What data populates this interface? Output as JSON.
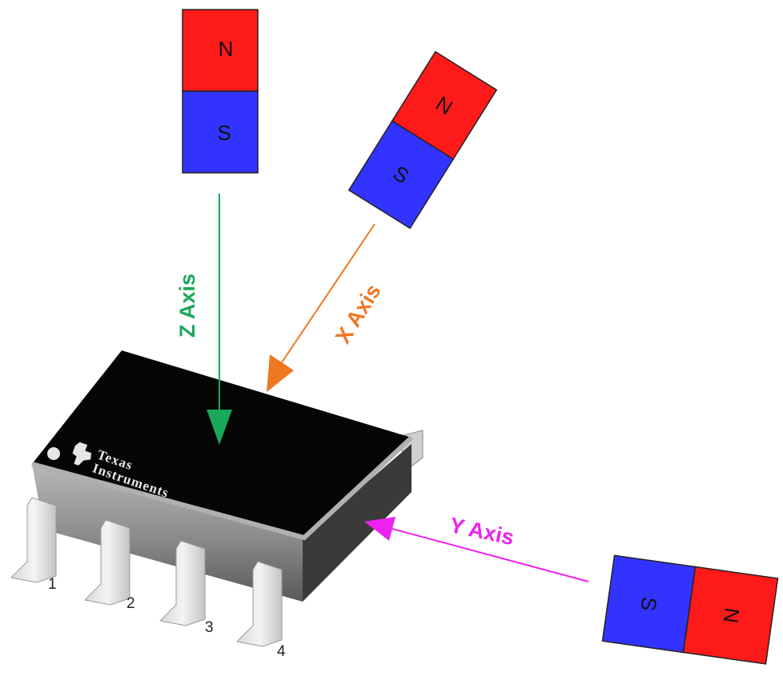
{
  "magnets": {
    "top": {
      "north": "N",
      "south": "S"
    },
    "angled": {
      "north": "N",
      "south": "S"
    },
    "side": {
      "north": "N",
      "south": "S"
    }
  },
  "axes": {
    "z": {
      "label": "Z Axis",
      "color": "#1aa85a"
    },
    "x": {
      "label": "X Axis",
      "color": "#ee7722"
    },
    "y": {
      "label": "Y Axis",
      "color": "#ee22ee"
    }
  },
  "chip": {
    "logo_line1": "Texas",
    "logo_line2": "Instruments",
    "pins": [
      "1",
      "2",
      "3",
      "4"
    ]
  },
  "colors": {
    "north": "#ff1a1a",
    "south": "#3333ff",
    "chip_top": "#050505",
    "chip_side": "#9a9a9a"
  }
}
